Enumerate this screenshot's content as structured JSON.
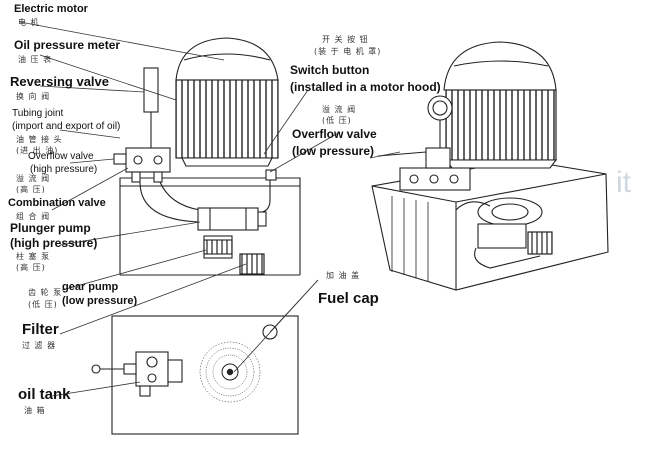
{
  "labels": {
    "electric_motor": {
      "en": "Electric motor",
      "cn": "电 机"
    },
    "oil_pressure_meter": {
      "en": "Oil pressure meter",
      "cn": "油 压 表"
    },
    "reversing_valve": {
      "en": "Reversing valve",
      "cn": "换 向 阀"
    },
    "tubing_joint": {
      "en1": "Tubing joint",
      "en2": "(import and export of oil)",
      "cn1": "油 管 接 头",
      "cn2": "(进 出 油)"
    },
    "overflow_valve_high": {
      "en1": "Overflow valve",
      "en2": "(high pressure)",
      "cn1": "溢 流 阀",
      "cn2": "(高 压)"
    },
    "combination_valve": {
      "en": "Combination valve",
      "cn": "组 合 阀"
    },
    "plunger_pump": {
      "en1": "Plunger pump",
      "en2": "(high pressure)",
      "cn1": "柱 塞 泵",
      "cn2": "(高 压)"
    },
    "gear_pump": {
      "en1": "gear pump",
      "en2": "(low pressure)",
      "cn1": "齿 轮 泵",
      "cn2": "(低 压)"
    },
    "filter": {
      "en": "Filter",
      "cn": "过 滤 器"
    },
    "oil_tank": {
      "en": "oil tank",
      "cn": "油 箱"
    },
    "switch_button": {
      "cn1": "开 关 按 钮",
      "cn2": "(装 于 电 机 罩)",
      "en1": "Switch button",
      "en2": "(installed in a motor hood)"
    },
    "overflow_valve_low": {
      "cn1": "溢 流 阀",
      "cn2": "(低 压)",
      "en1": "Overflow valve",
      "en2": "(low pressure)"
    },
    "fuel_cap": {
      "cn": "加 油 盖",
      "en": "Fuel cap"
    }
  },
  "watermark": "it"
}
